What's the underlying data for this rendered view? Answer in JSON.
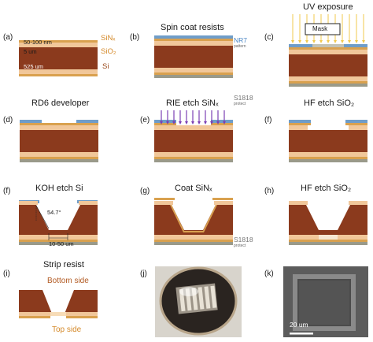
{
  "panels": {
    "a": {
      "label": "(a)",
      "thick_sin": "50-100 nm",
      "thick_sio2": "5 um",
      "thick_si": "525 um",
      "legend_sin": "SiNₓ",
      "legend_sio2": "SiO₂",
      "legend_si": "Si"
    },
    "b": {
      "label": "(b)",
      "title": "Spin coat resists",
      "top_resist": "NR7",
      "top_resist_note": "pattern",
      "bottom_resist": "S1818",
      "bottom_resist_note": "protect"
    },
    "c": {
      "label": "(c)",
      "title": "UV exposure",
      "mask": "Mask"
    },
    "d": {
      "label": "(d)",
      "title": "RD6 developer"
    },
    "e": {
      "label": "(e)",
      "title": "RIE etch SiNₓ"
    },
    "f1": {
      "label": "(f)",
      "title": "HF etch SiO₂"
    },
    "f2": {
      "label": "(f)",
      "title": "KOH etch Si",
      "angle": "54.7°",
      "width": "10-50 um"
    },
    "g": {
      "label": "(g)",
      "title": "Coat SiNₓ",
      "bottom_resist": "S1818",
      "bottom_resist_note": "protect"
    },
    "h": {
      "label": "(h)",
      "title": "HF etch SiO₂"
    },
    "i": {
      "label": "(i)",
      "title": "Strip resist",
      "bottom_side": "Bottom side",
      "top_side": "Top side"
    },
    "j": {
      "label": "(j)"
    },
    "k": {
      "label": "(k)",
      "scale": "20 um"
    }
  },
  "colors": {
    "si": "#8b3a1d",
    "sio2": "#f1c79a",
    "sin": "#d9a14f",
    "resist_top": "#6f9dc9",
    "resist_bottom": "#9a9a8a",
    "uv": "#f2c94c",
    "rie": "#7b3fb3",
    "text_orange": "#d58a2a",
    "text_blue": "#4a86c4"
  }
}
